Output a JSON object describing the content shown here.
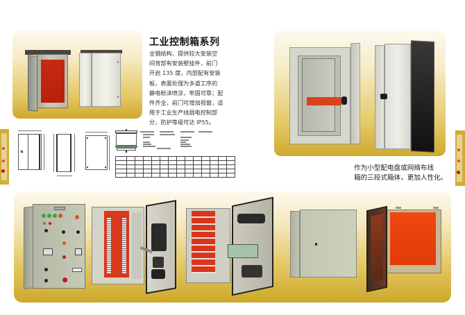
{
  "page": {
    "background": "#ffffff",
    "accent_gold": "#d2ad35",
    "accent_red": "#c8102e"
  },
  "header": {
    "title": "工业控制箱系列"
  },
  "description": {
    "lines": [
      "全钢结构，提供较大安装空",
      "间背部有安装壁挂件，前门",
      "开启 135 度，内部配有安装",
      "板，表面处理为多道工序的",
      "静电粉沫喷涂，牢固可靠；配",
      "件齐全，前门可增加视窗，适",
      "用于工业生产线弱电控制部",
      "分，防护等级可达 IP55。"
    ]
  },
  "caption": {
    "lines": [
      "作为小型配电盘或网络布线",
      "箱的三段式箱体，更加人性化。"
    ]
  },
  "images": {
    "top_left": [
      "outdoor-cabinet-open-red-plate",
      "outdoor-cabinet-closed"
    ],
    "top_right": [
      "cabinet-glass-door-open",
      "cabinet-three-section-side"
    ],
    "bottom": [
      "control-panel-with-buttons",
      "cabinet-open-with-wiring",
      "cabinet-open-with-components",
      "wall-cabinet-closed",
      "wall-cabinet-open-orange-plate"
    ]
  },
  "drawings": {
    "labels": [
      "front-view",
      "side-view",
      "back-view",
      "top-view"
    ]
  },
  "spec_table": {
    "rows": 5,
    "cols": 14
  },
  "side_tabs": {
    "left_logo": "brand-logo",
    "right_logo": "brand-logo"
  }
}
